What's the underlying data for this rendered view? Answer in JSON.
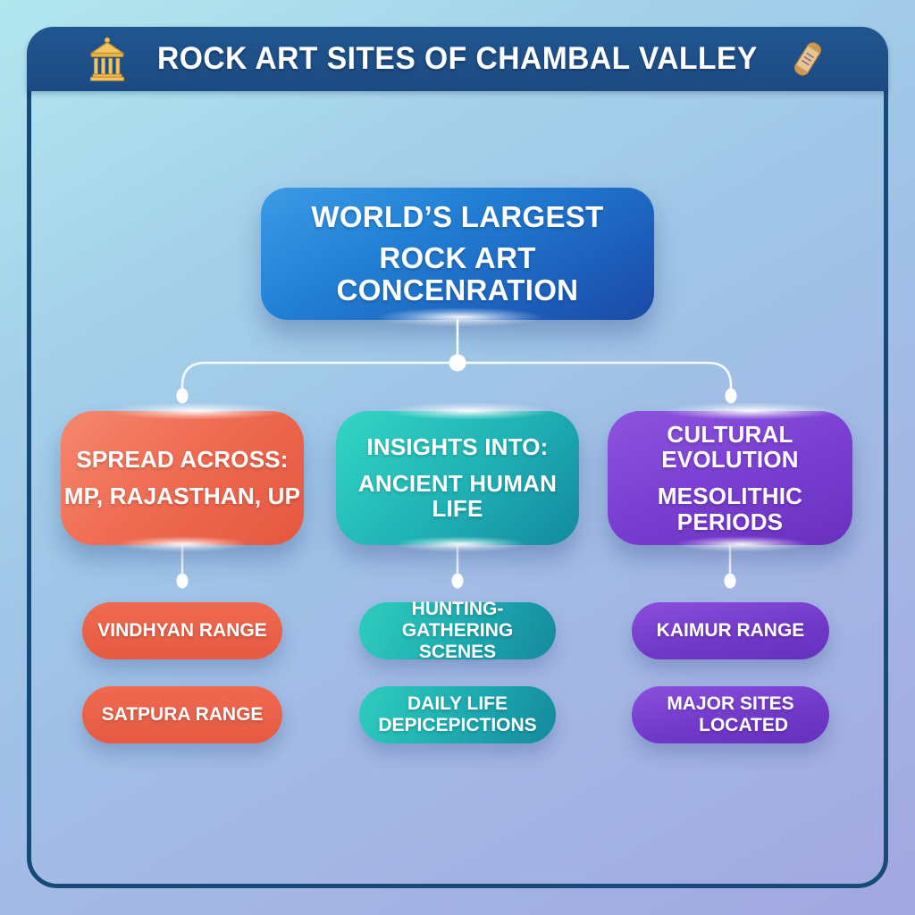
{
  "header": {
    "title": "ROCK ART SITES OF CHAMBAL VALLEY",
    "left_icon": "classical-temple",
    "right_icon": "scroll",
    "bar_color": "#1c4a83"
  },
  "root_node": {
    "line1": "WORLD’S LARGEST",
    "line2": "ROCK ART CONCENRATION",
    "color_top": "#3d9ae6",
    "color_bottom": "#1b4aa6"
  },
  "branches": [
    {
      "name": "spread-across",
      "line1": "SPREAD ACROSS:",
      "line2": "MP, RAJASTHAN, UP",
      "color_from": "#f5886f",
      "color_to": "#e45740",
      "children": [
        "VINDHYAN RANGE",
        "SATPURA RANGE"
      ]
    },
    {
      "name": "insights-into",
      "line1": "INSIGHTS INTO:",
      "line2": "ANCIENT HUMAN LIFE",
      "color_from": "#33d6c5",
      "color_to": "#13899f",
      "children": [
        "HUNTING-GATHERING\nSCENES",
        "DAILY LIFE\nDEPICEPICTIONS"
      ]
    },
    {
      "name": "cultural-evolution",
      "line1": "CULTURAL EVOLUTION",
      "line2": "MESOLITHIC PERIODS",
      "color_from": "#8d54de",
      "color_to": "#6930bf",
      "children": [
        "KAIMUR RANGE",
        "MAJOR SITES\n     LOCATED"
      ]
    }
  ],
  "connector_color": "#ffffff",
  "frame_color": "#164a78"
}
